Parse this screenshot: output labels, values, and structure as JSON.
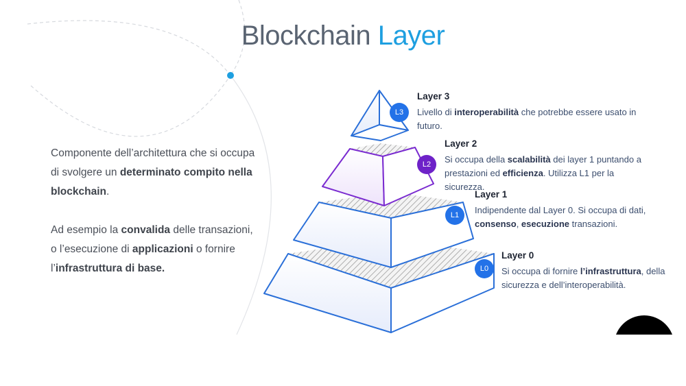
{
  "title": {
    "part1": "Blockchain",
    "part2": "Layer"
  },
  "intro": {
    "p1_a": "Componente dell’architettura che si occupa di svolgere un ",
    "p1_b": "determinato compito nella blockchain",
    "p1_c": ".",
    "p2_a": "Ad esempio la ",
    "p2_b": "convalida",
    "p2_c": " delle transazioni, o l’esecuzione di ",
    "p2_d": "applicazioni",
    "p2_e": " o fornire l’",
    "p2_f": "infrastruttura di base."
  },
  "layers": [
    {
      "badge": "L3",
      "name": "Layer 3",
      "t1": "Livello di ",
      "b1": "interoperabilità",
      "t2": " che potrebbe essere usato in futuro."
    },
    {
      "badge": "L2",
      "name": "Layer 2",
      "t1": "Si occupa della ",
      "b1": "scalabilità",
      "t2": " dei layer 1 puntando a prestazioni ed ",
      "b2": "efficienza",
      "t3": ". Utilizza L1 per la sicurezza."
    },
    {
      "badge": "L1",
      "name": "Layer 1",
      "t1": "Indipendente dal Layer 0. Si occupa di dati, ",
      "b1": "consenso",
      "t2": ", ",
      "b2": "esecuzione",
      "t3": " transazioni."
    },
    {
      "badge": "L0",
      "name": "Layer 0",
      "t1": "Si occupa di fornire ",
      "b1": "l’infrastruttura",
      "t2": ", della sicurezza e dell’interoperabilità."
    }
  ],
  "colors": {
    "accent": "#1e9fe0",
    "blue": "#2a6fd8",
    "purple": "#7a2bd0",
    "badge_blue": "#2372e8",
    "badge_purple": "#6e22c8"
  }
}
